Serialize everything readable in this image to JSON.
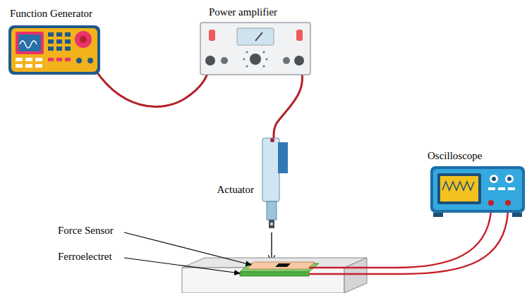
{
  "diagram": {
    "labels": [
      "Function Generator",
      "Power amplifier",
      "Actuator",
      "Oscilloscope",
      "Force Sensor",
      "Ferroelectret"
    ]
  }
}
